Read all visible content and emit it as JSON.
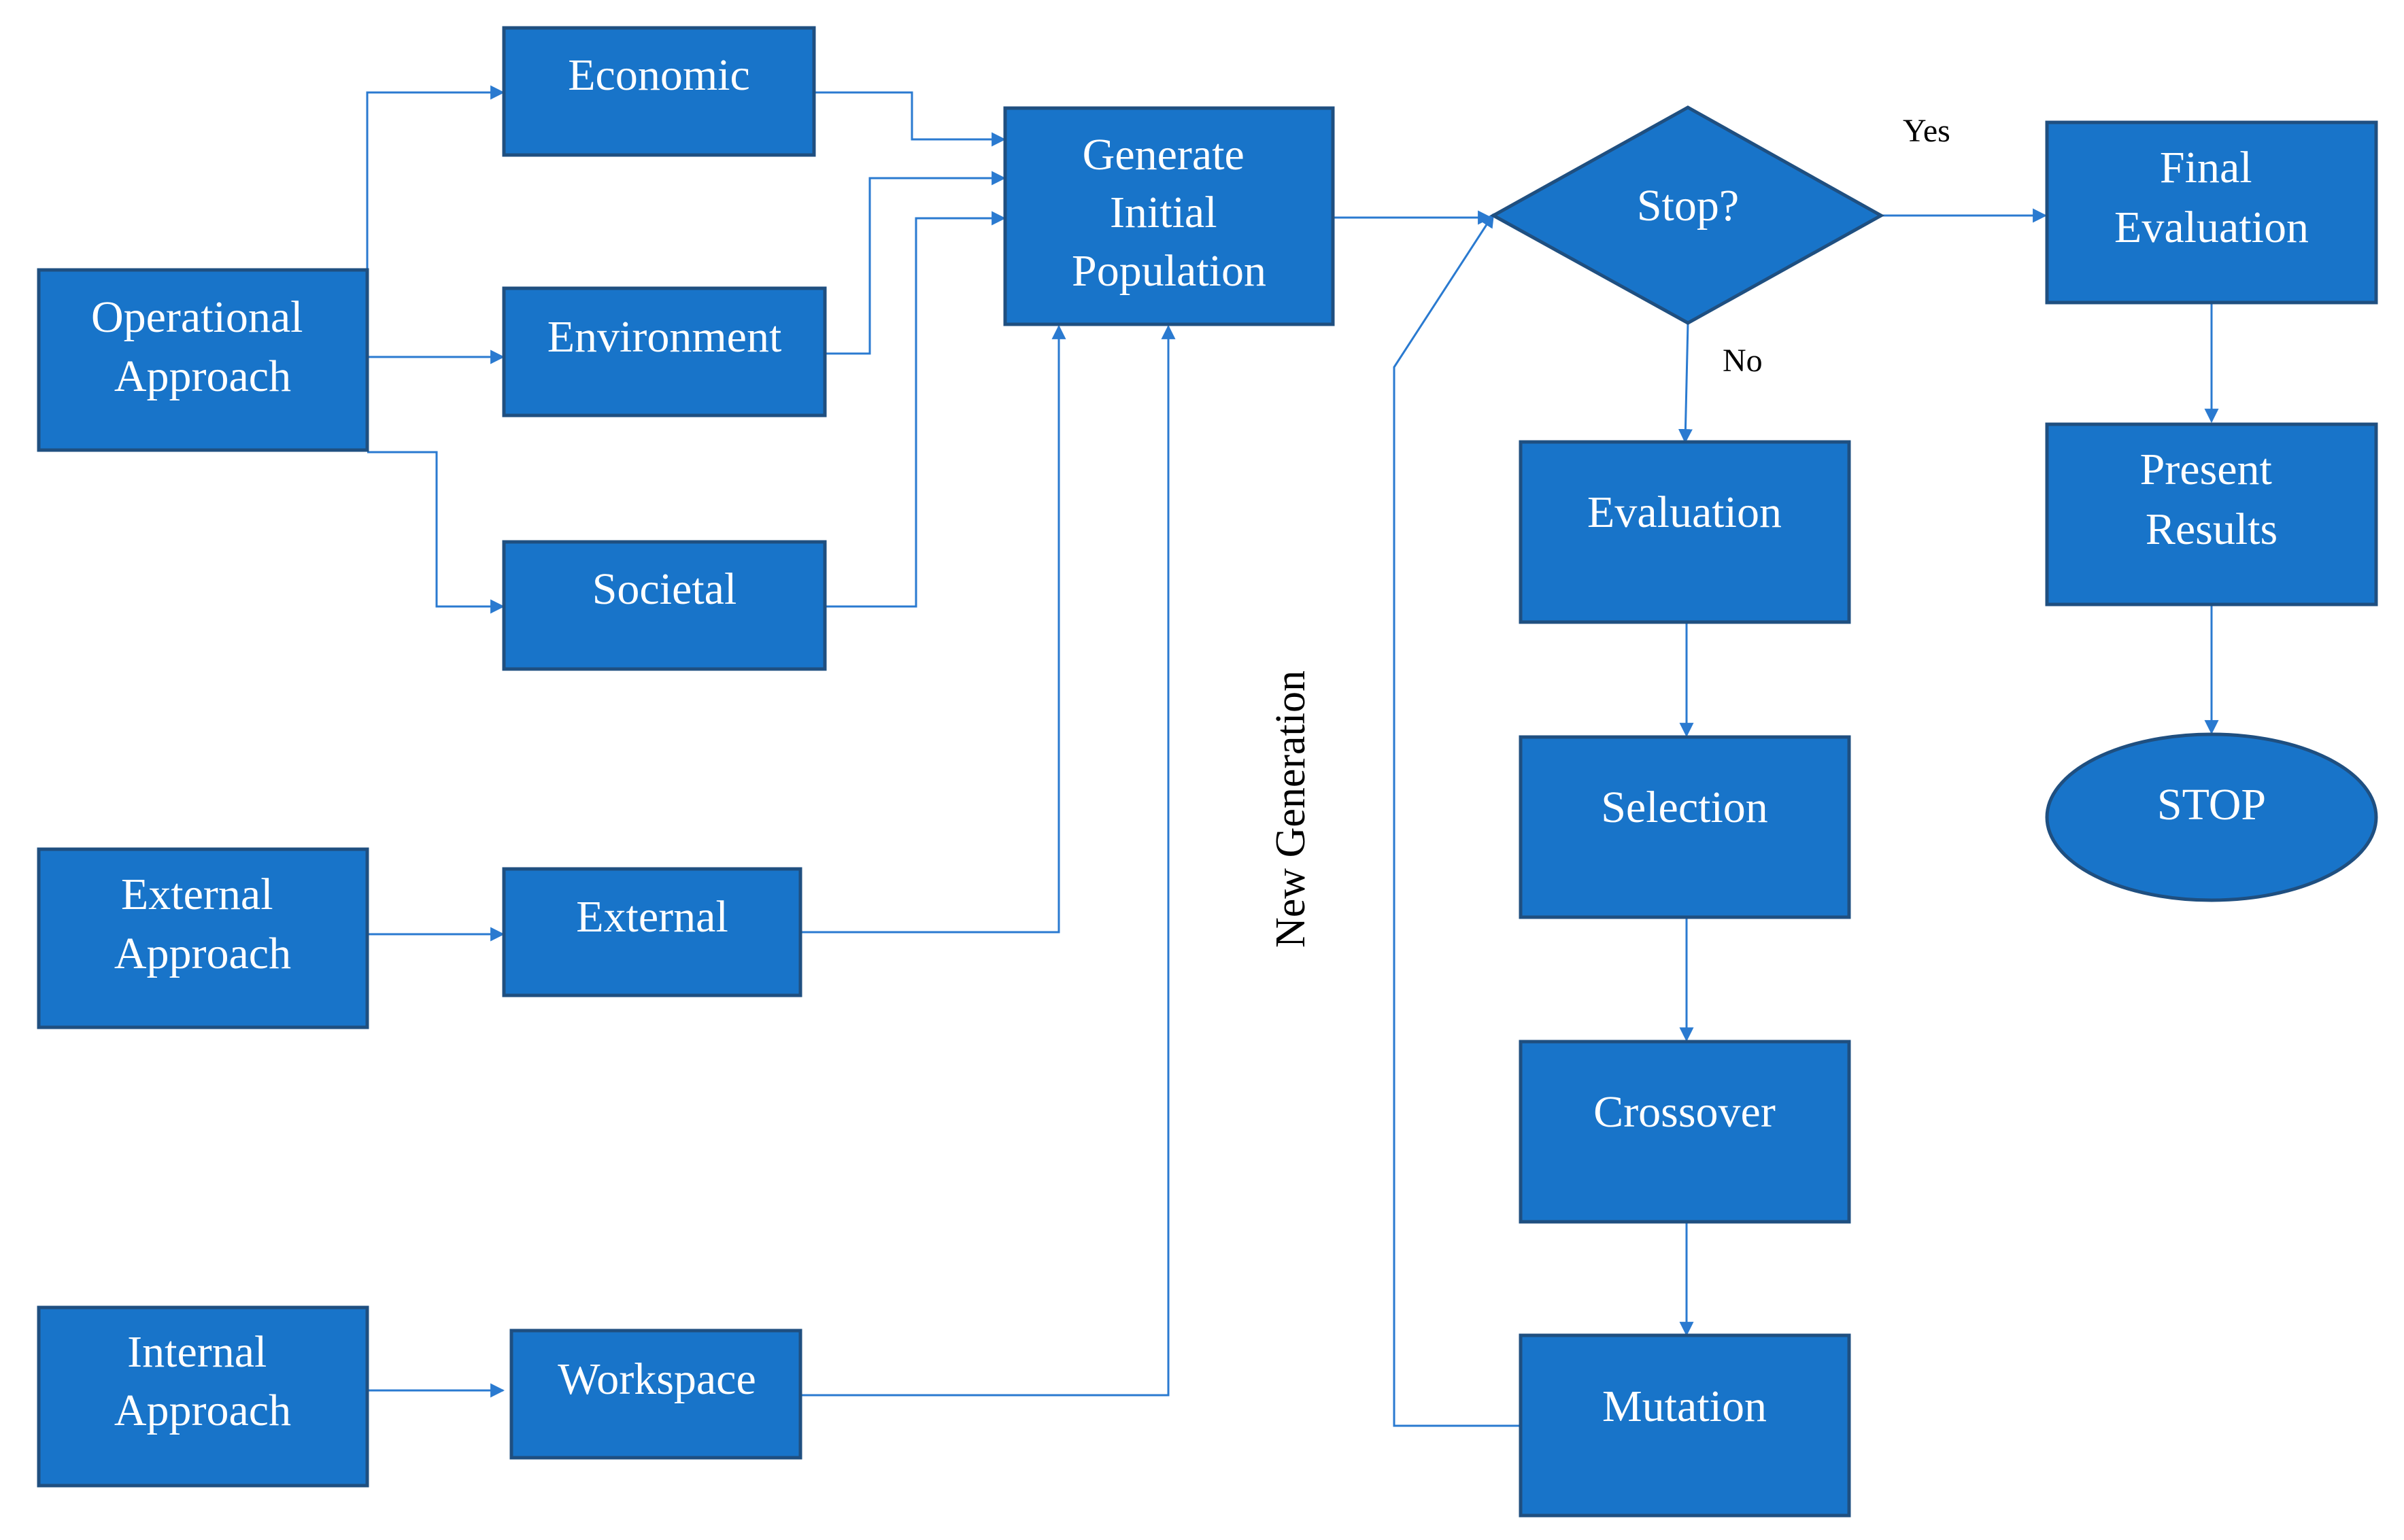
{
  "nodes": {
    "operational_approach": [
      "Operational",
      "Approach"
    ],
    "external_approach": [
      "External",
      "Approach"
    ],
    "internal_approach": [
      "Internal",
      "Approach"
    ],
    "economic": [
      "Economic"
    ],
    "environment": [
      "Environment"
    ],
    "societal": [
      "Societal"
    ],
    "external": [
      "External"
    ],
    "workspace": [
      "Workspace"
    ],
    "generate_initial_population": [
      "Generate",
      "Initial",
      "Population"
    ],
    "stop_decision": [
      "Stop?"
    ],
    "evaluation": [
      "Evaluation"
    ],
    "selection": [
      "Selection"
    ],
    "crossover": [
      "Crossover"
    ],
    "mutation": [
      "Mutation"
    ],
    "final_evaluation": [
      "Final",
      "Evaluation"
    ],
    "present_results": [
      "Present",
      "Results"
    ],
    "stop_terminal": [
      "STOP"
    ]
  },
  "labels": {
    "yes": "Yes",
    "no": "No",
    "new_generation": "New Generation"
  },
  "colors": {
    "node_fill": "#1874c9",
    "node_border": "#1f4f80",
    "connector": "#2a7ad0",
    "node_text": "#ffffff",
    "label_text": "#000000"
  },
  "edges": [
    {
      "from": "operational_approach",
      "to": "economic"
    },
    {
      "from": "operational_approach",
      "to": "environment"
    },
    {
      "from": "operational_approach",
      "to": "societal"
    },
    {
      "from": "external_approach",
      "to": "external"
    },
    {
      "from": "internal_approach",
      "to": "workspace"
    },
    {
      "from": "economic",
      "to": "generate_initial_population"
    },
    {
      "from": "environment",
      "to": "generate_initial_population"
    },
    {
      "from": "societal",
      "to": "generate_initial_population"
    },
    {
      "from": "external",
      "to": "generate_initial_population"
    },
    {
      "from": "workspace",
      "to": "generate_initial_population"
    },
    {
      "from": "generate_initial_population",
      "to": "stop_decision"
    },
    {
      "from": "stop_decision",
      "to": "final_evaluation",
      "label": "Yes"
    },
    {
      "from": "stop_decision",
      "to": "evaluation",
      "label": "No"
    },
    {
      "from": "evaluation",
      "to": "selection"
    },
    {
      "from": "selection",
      "to": "crossover"
    },
    {
      "from": "crossover",
      "to": "mutation"
    },
    {
      "from": "mutation",
      "to": "stop_decision",
      "label": "New Generation"
    },
    {
      "from": "final_evaluation",
      "to": "present_results"
    },
    {
      "from": "present_results",
      "to": "stop_terminal"
    }
  ]
}
